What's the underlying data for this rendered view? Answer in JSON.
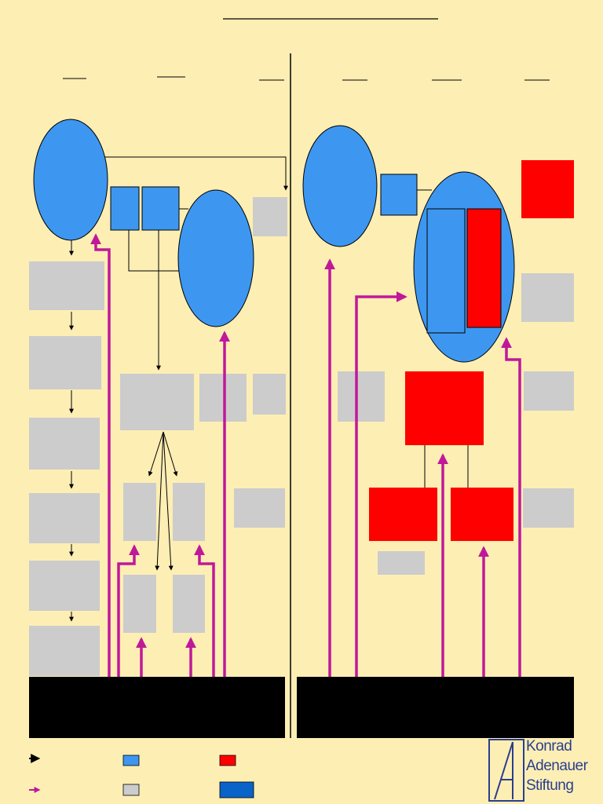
{
  "colors": {
    "background": "#fdeeb4",
    "body_blue": "#3d97f0",
    "body_red": "#ff0000",
    "body_grey": "#cccccc",
    "influence_magenta": "#c0189a",
    "footer_black": "#000000",
    "legend_dark_blue": "#0a63c8",
    "logo_blue": "#2a3f8f"
  },
  "logo": {
    "icon": "konrad-adenauer-stiftung-logo-icon",
    "lines": [
      "Konrad",
      "Adenauer",
      "Stiftung"
    ]
  },
  "legend": {
    "items": [
      {
        "kind": "arrow",
        "color": "#000000",
        "icon": "black-arrow-icon"
      },
      {
        "kind": "swatch",
        "color": "#3d97f0"
      },
      {
        "kind": "swatch",
        "color": "#ff0000"
      },
      {
        "kind": "arrow",
        "color": "#c0189a",
        "icon": "magenta-arrow-icon"
      },
      {
        "kind": "swatch",
        "color": "#cccccc"
      },
      {
        "kind": "swatch",
        "color": "#0a63c8"
      }
    ]
  }
}
